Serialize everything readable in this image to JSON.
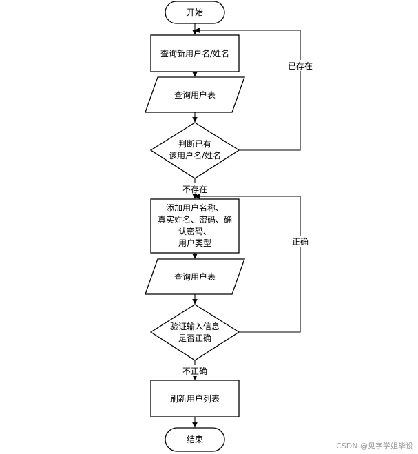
{
  "nodes": {
    "start": "开始",
    "query_new_user": "查询新用户名/姓名",
    "query_user_table_1": "查询用户表",
    "judge_exists": [
      "判断已有",
      "该用户名/姓名"
    ],
    "add_user": [
      "添加用户名称、",
      "真实姓名、密码、确",
      "认密码、",
      "用户类型"
    ],
    "query_user_table_2": "查询用户表",
    "verify_input": [
      "验证输入信息",
      "是否正确"
    ],
    "refresh_list": "刷新用户列表",
    "end": "结束"
  },
  "edges": {
    "exists": "已存在",
    "not_exists": "不存在",
    "correct": "正确",
    "incorrect": "不正确"
  },
  "watermark": "CSDN @见字学姐毕设"
}
